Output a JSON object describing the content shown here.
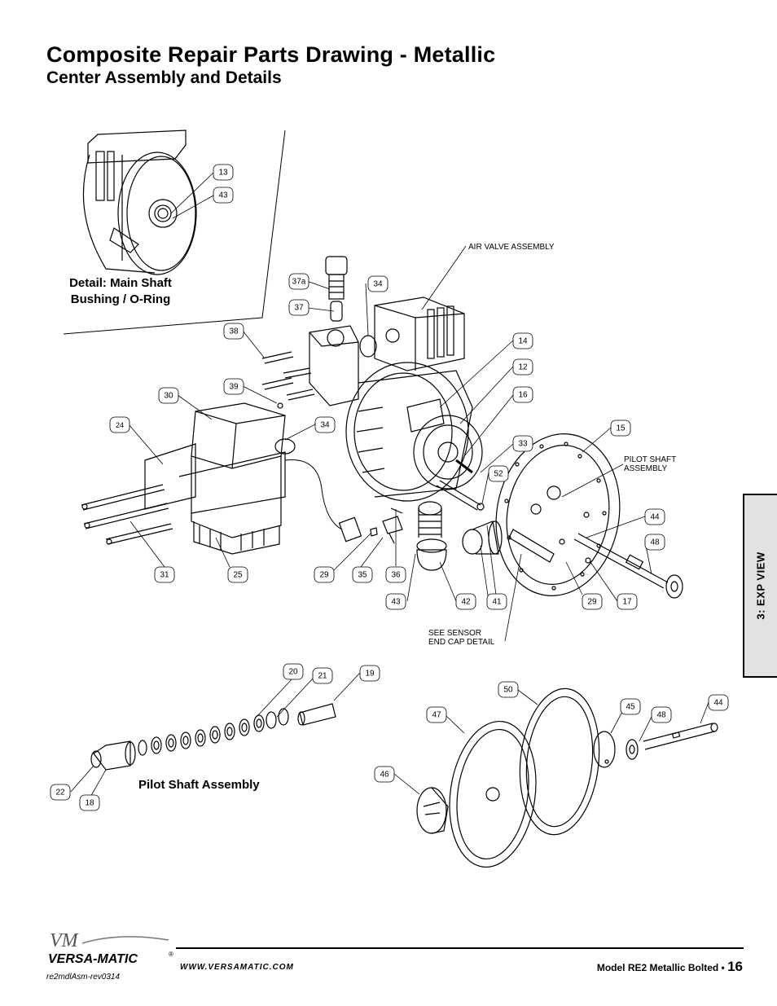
{
  "header": {
    "title": "Composite Repair Parts Drawing - Metallic",
    "subtitle": "Center Assembly and Details"
  },
  "captions": {
    "detail_main_shaft_line1": "Detail: Main Shaft",
    "detail_main_shaft_line2": "Bushing / O-Ring",
    "pilot_shaft_assembly": "Pilot Shaft Assembly",
    "air_valve_assembly": "AIR VALVE ASSEMBLY",
    "pilot_shaft_assembly_callout_line1": "PILOT SHAFT",
    "pilot_shaft_assembly_callout_line2": "ASSEMBLY",
    "sensor_detail_line1": "SEE SENSOR",
    "sensor_detail_line2": "END CAP DETAIL"
  },
  "callouts": [
    "13",
    "43",
    "37a",
    "34",
    "37",
    "38",
    "39",
    "30",
    "24",
    "34",
    "14",
    "12",
    "16",
    "33",
    "52",
    "15",
    "44",
    "48",
    "29",
    "35",
    "36",
    "43",
    "42",
    "41",
    "29",
    "17",
    "31",
    "25",
    "20",
    "21",
    "19",
    "22",
    "18",
    "50",
    "47",
    "45",
    "48",
    "44",
    "46"
  ],
  "side_tab": {
    "label": "3: EXP VIEW"
  },
  "footer": {
    "logo_text": "VERSA-MATIC",
    "logo_mark": "VM",
    "registered": "®",
    "url": "WWW.VERSAMATIC.COM",
    "model": "Model RE2 Metallic Bolted •",
    "page_number": "16",
    "doc_id": "re2mdlAsm-rev0314"
  }
}
